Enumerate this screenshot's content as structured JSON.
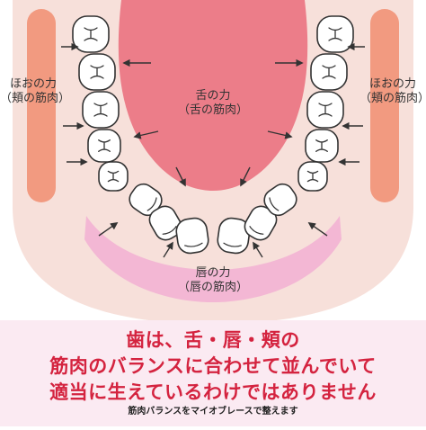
{
  "labels": {
    "tongue_force": "舌の力",
    "tongue_muscle": "（舌の筋肉）",
    "cheek_force": "ほおの力",
    "cheek_muscle": "（頬の筋肉）",
    "lip_force": "唇の力",
    "lip_muscle": "（唇の筋肉）"
  },
  "banner": {
    "line1": "歯は、舌・唇・頬の",
    "line2": "筋肉のバランスに合わせて並んでいて",
    "line3": "適当に生えているわけではありません",
    "sub": "筋肉バランスをマイオブレースで整えます"
  },
  "colors": {
    "gum": "#f7e0da",
    "cheek": "#f29a80",
    "tongue": "#ec7d89",
    "lip": "#f3b7d4",
    "banner_bg": "#fbeaf2",
    "banner_text": "#d4233f",
    "arrow": "#333333"
  }
}
